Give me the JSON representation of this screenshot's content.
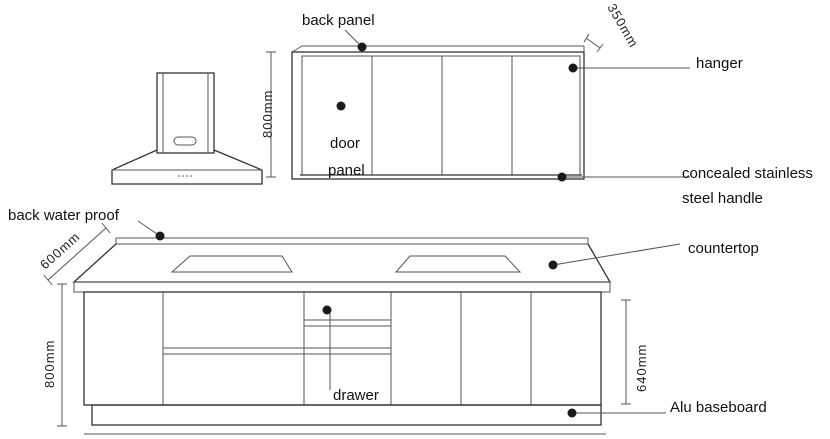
{
  "labels": {
    "back_panel": "back panel",
    "hanger": "hanger",
    "door": "door",
    "panel": "panel",
    "concealed_1": "concealed stainless",
    "concealed_2": "steel handle",
    "back_water_proof": "back water proof",
    "countertop": "countertop",
    "drawer": "drawer",
    "alu_baseboard": "Alu baseboard"
  },
  "dimensions": {
    "wall_depth": "350mm",
    "wall_height": "800mm",
    "counter_depth": "600mm",
    "base_height": "800mm",
    "door_height": "640mm"
  },
  "colors": {
    "line": "#333333",
    "dot": "#1a1a1a",
    "text": "#111111"
  }
}
